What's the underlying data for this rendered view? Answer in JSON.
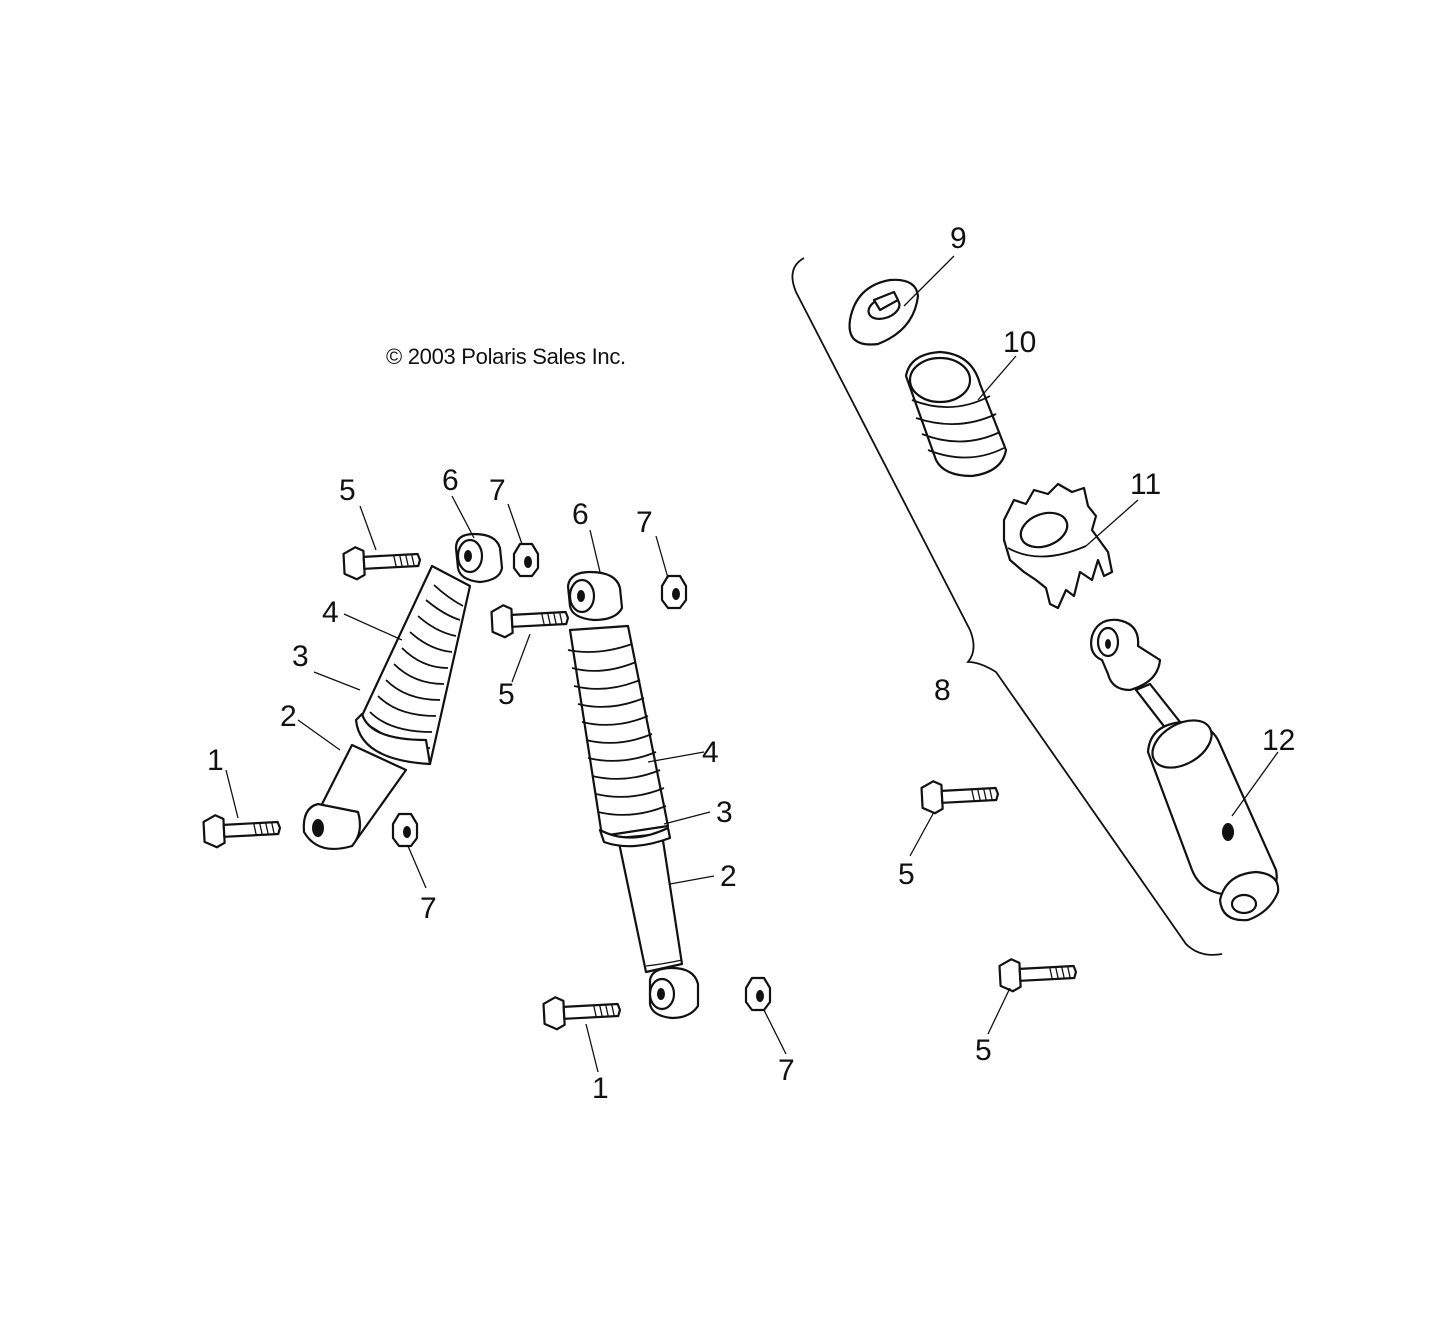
{
  "diagram": {
    "copyright": "© 2003 Polaris Sales Inc.",
    "callouts": {
      "left_shock": {
        "bolt_lower": "1",
        "shock_body": "2",
        "spring_seat": "3",
        "spring": "4",
        "bolt_upper": "5",
        "bushing": "6",
        "nut_upper": "7",
        "nut_lower": "7"
      },
      "center_shock": {
        "bolt_lower": "1",
        "shock_body": "2",
        "spring_seat": "3",
        "spring": "4",
        "bolt_upper": "5",
        "bushing": "6",
        "nut_upper": "7",
        "nut_lower": "7"
      },
      "right_assembly": {
        "assembly": "8",
        "retainer": "9",
        "spring": "10",
        "adjuster": "11",
        "damper": "12",
        "bolt_middle": "5",
        "bolt_lower": "5"
      }
    }
  }
}
